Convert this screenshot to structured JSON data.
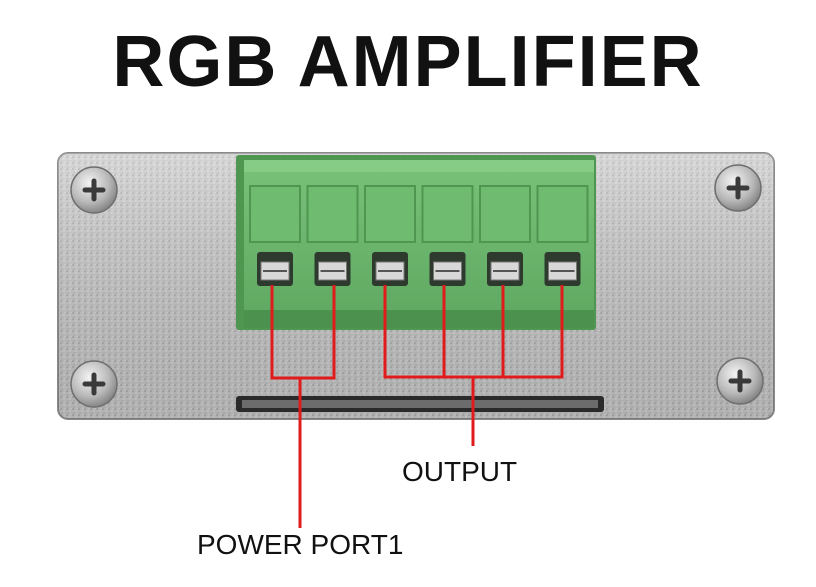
{
  "title": "RGB AMPLIFIER",
  "labels": {
    "output": "OUTPUT",
    "power": "POWER PORT1"
  },
  "colors": {
    "terminal_block": "#6ab56c",
    "callout_line": "#e11b1b",
    "metal_panel": "#c8c8c8"
  },
  "terminal_count": 6,
  "terminal_groups": [
    {
      "label_ref": "labels.power",
      "terminals": [
        1,
        2
      ]
    },
    {
      "label_ref": "labels.output",
      "terminals": [
        3,
        4,
        5,
        6
      ]
    }
  ]
}
